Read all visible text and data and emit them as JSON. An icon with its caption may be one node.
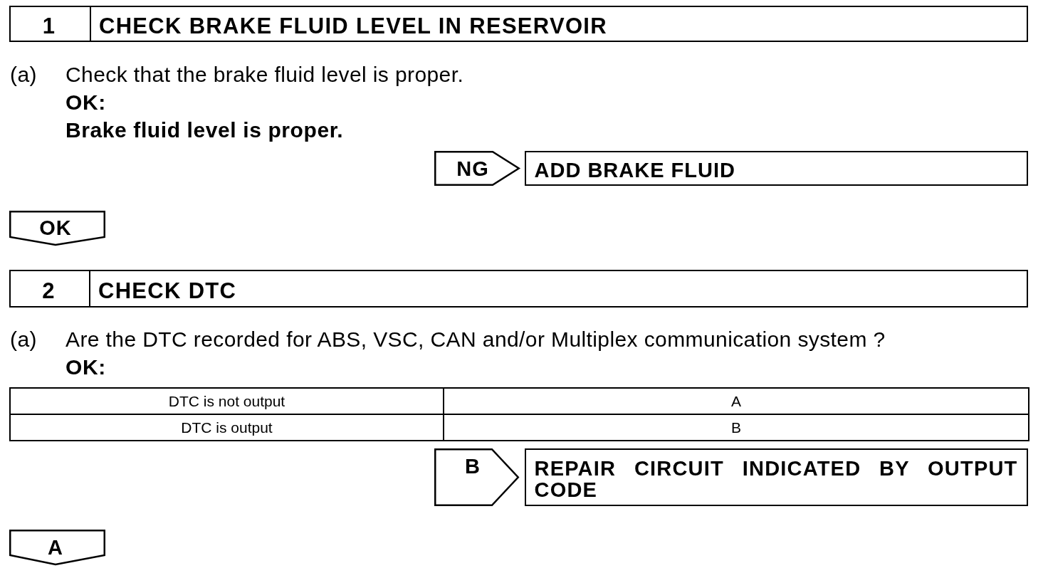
{
  "diagram": {
    "nodes": [
      {
        "text": [
          "1",
          "CHECK BRAKE FLUID LEVEL IN RESERVOIR"
        ]
      },
      {
        "text": [
          "NG"
        ]
      },
      {
        "text": [
          "ADD BRAKE FLUID"
        ]
      },
      {
        "text": [
          "OK"
        ]
      },
      {
        "text": [
          "2",
          "CHECK DTC"
        ]
      },
      {
        "text": [
          "B"
        ]
      },
      {
        "text": [
          "REPAIR CIRCUIT INDICATED BY OUTPUT CODE"
        ]
      },
      {
        "text": [
          "A"
        ]
      }
    ],
    "labels": [
      "(a)",
      "Check that the brake fluid level is proper.",
      "OK:",
      "Brake fluid level is proper.",
      "(a)",
      "Are the DTC recorded for ABS, VSC, CAN and/or Multiplex communication system ?",
      "OK:",
      "DTC is not output",
      "A",
      "DTC is output",
      "B"
    ]
  }
}
